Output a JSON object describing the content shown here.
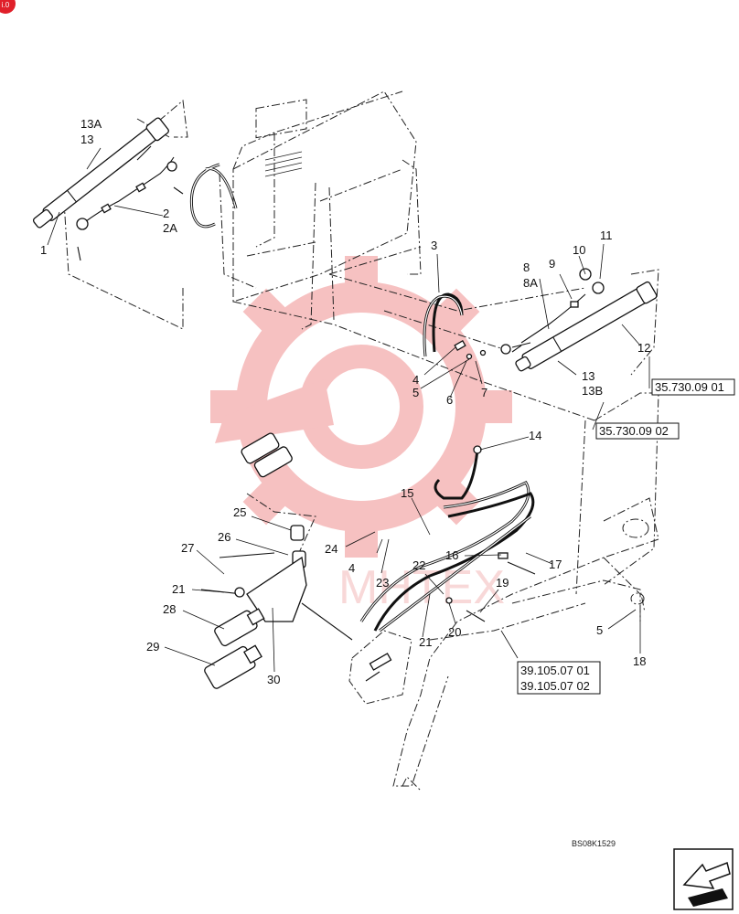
{
  "corner_badge": "i.0",
  "watermark_text": "МНТЕХ",
  "callouts": [
    "13A",
    "13",
    "2",
    "2A",
    "1",
    "3",
    "4",
    "5",
    "6",
    "7",
    "8",
    "8A",
    "9",
    "10",
    "11",
    "12",
    "13",
    "13B",
    "14",
    "15",
    "16",
    "17",
    "19",
    "20",
    "21",
    "22",
    "23",
    "24",
    "4",
    "25",
    "26",
    "27",
    "21",
    "28",
    "29",
    "30",
    "5",
    "18"
  ],
  "references": [
    "35.730.09 01",
    "35.730.09 02",
    "39.105.07 01",
    "39.105.07 02"
  ],
  "drawing_code": "BS08K1529",
  "nav_icon": "next-page-arrow-icon",
  "colors": {
    "badge": "#e0202a",
    "watermark": "#f08f90",
    "ink": "#111111"
  }
}
